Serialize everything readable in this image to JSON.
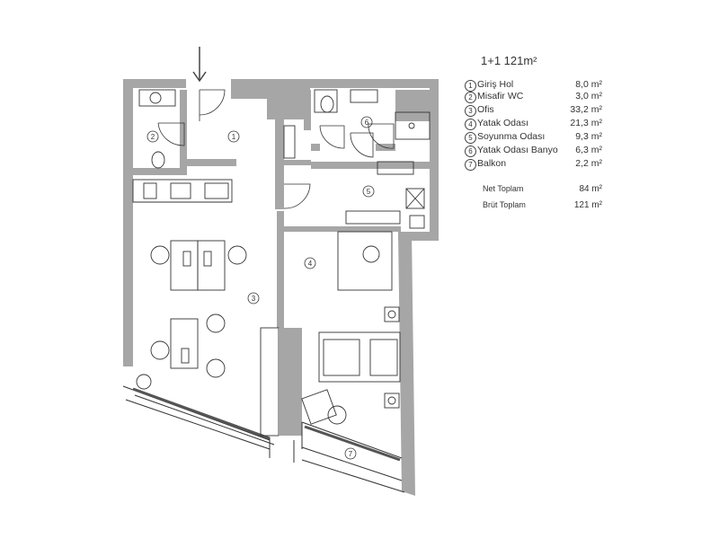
{
  "legend": {
    "title": "1+1   121m²",
    "rooms": [
      {
        "no": "1",
        "name": "Giriş Hol",
        "area": "8,0 m²"
      },
      {
        "no": "2",
        "name": "Misafir WC",
        "area": "3,0 m²"
      },
      {
        "no": "3",
        "name": "Ofis",
        "area": "33,2 m²"
      },
      {
        "no": "4",
        "name": "Yatak Odası",
        "area": "21,3 m²"
      },
      {
        "no": "5",
        "name": "Soyunma Odası",
        "area": "9,3 m²"
      },
      {
        "no": "6",
        "name": "Yatak Odası Banyo",
        "area": "6,3 m²"
      },
      {
        "no": "7",
        "name": "Balkon",
        "area": "2,2 m²"
      }
    ],
    "totals": [
      {
        "name": "Net Toplam",
        "area": "84 m²"
      },
      {
        "name": "Brüt Toplam",
        "area": "121 m²"
      }
    ]
  },
  "plan": {
    "room_labels": [
      "1",
      "2",
      "3",
      "4",
      "5",
      "6",
      "7"
    ],
    "colors": {
      "wall": "#a6a6a6",
      "line": "#333333"
    }
  }
}
